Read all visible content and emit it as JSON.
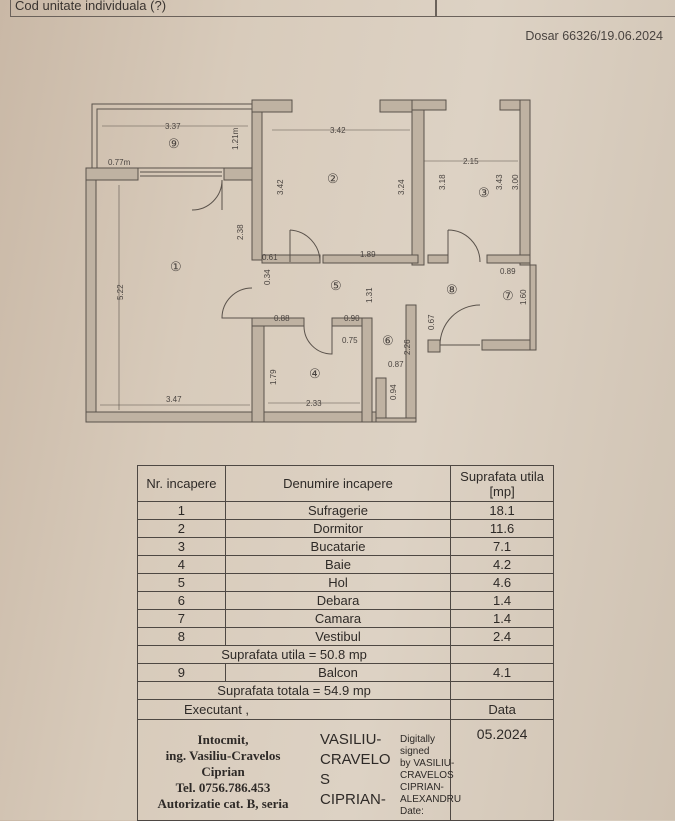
{
  "header": {
    "cod_label": "Cod unitate individuala (?)",
    "dosar": "Dosar 66326/19.06.2024"
  },
  "plan": {
    "rooms": [
      "①",
      "②",
      "③",
      "④",
      "⑤",
      "⑥",
      "⑦",
      "⑧",
      "⑨"
    ],
    "dimensions": {
      "d337": "3.37",
      "d121": "1.21m",
      "d077": "0.77m",
      "d342a": "3.42",
      "d342b": "3.42",
      "d324": "3.24",
      "d215": "2.15",
      "d318": "3.18",
      "d343": "3.43",
      "d300": "3.00",
      "d238": "2.38",
      "d522": "5.22",
      "d061": "0.61",
      "d034": "0.34",
      "d189": "1.89",
      "d089": "0.89",
      "d131": "1.31",
      "d160": "1.60",
      "d088": "0.88",
      "d090": "0.90",
      "d075": "0.75",
      "d067": "0.67",
      "d226": "2.26",
      "d087": "0.87",
      "d179": "1.79",
      "d094": "0.94",
      "d347": "3.47",
      "d233": "2.33"
    }
  },
  "table": {
    "headers": [
      "Nr. incapere",
      "Denumire incapere",
      "Suprafata utila [mp]"
    ],
    "rows": [
      {
        "nr": "1",
        "name": "Sufragerie",
        "area": "18.1"
      },
      {
        "nr": "2",
        "name": "Dormitor",
        "area": "11.6"
      },
      {
        "nr": "3",
        "name": "Bucatarie",
        "area": "7.1"
      },
      {
        "nr": "4",
        "name": "Baie",
        "area": "4.2"
      },
      {
        "nr": "5",
        "name": "Hol",
        "area": "4.6"
      },
      {
        "nr": "6",
        "name": "Debara",
        "area": "1.4"
      },
      {
        "nr": "7",
        "name": "Camara",
        "area": "1.4"
      },
      {
        "nr": "8",
        "name": "Vestibul",
        "area": "2.4"
      }
    ],
    "suprafata_utila": "Suprafata utila = 50.8 mp",
    "balcon": {
      "nr": "9",
      "name": "Balcon",
      "area": "4.1"
    },
    "suprafata_totala": "Suprafata totala = 54.9 mp",
    "executant_label": "Executant ,",
    "data_label": "Data",
    "data_value": "05.2024",
    "author": [
      "Intocmit,",
      "ing. Vasiliu-Cravelos",
      "Ciprian",
      "Tel. 0756.786.453",
      "Autorizatie cat. B, seria"
    ],
    "signature_name": [
      "VASILIU-",
      "CRAVELO",
      "S",
      "CIPRIAN-"
    ],
    "signature_note": [
      "Digitally signed",
      "by VASILIU-",
      "CRAVELOS",
      "CIPRIAN-",
      "ALEXANDRU",
      "Date:"
    ]
  }
}
